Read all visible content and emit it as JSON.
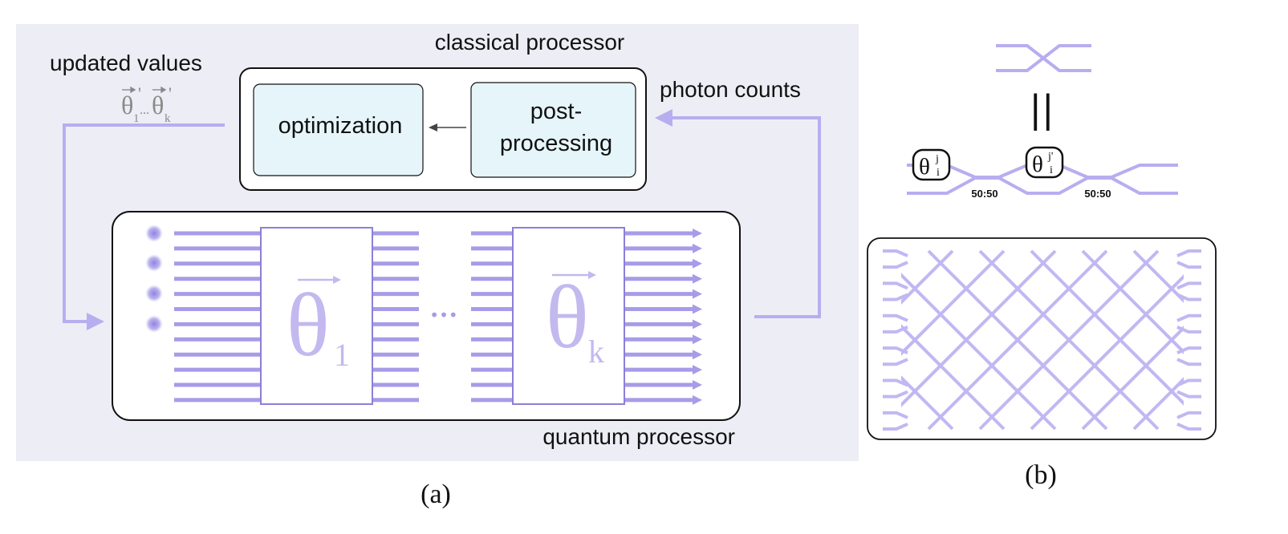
{
  "colors": {
    "panel_bg": "#ededf5",
    "waveguide": "#a79ce8",
    "theta_text": "#c3b9ef",
    "box_fill": "#e6f5fa",
    "stroke": "#111111"
  },
  "panel_a": {
    "caption": "(a)",
    "classical": {
      "title": "classical processor",
      "optimization": "optimization",
      "post_line1": "post-",
      "post_line2": "processing"
    },
    "updated_values": {
      "label": "updated values",
      "theta_sym": "θ",
      "sub1": "1",
      "sub2": "k",
      "prime": "'",
      "dots": "..."
    },
    "photon_counts": "photon counts",
    "quantum": {
      "title": "quantum processor",
      "theta_sym": "θ",
      "sub1": "1",
      "sub2": "k",
      "mid_dots": "•••"
    }
  },
  "panel_b": {
    "caption": "(b)",
    "equals": "||",
    "ps_symbol": "θ",
    "ps1_super": "j",
    "ps2_super": "j'",
    "ps_sub": "i",
    "bs1_label": "50:50",
    "bs2_label": "50:50"
  }
}
